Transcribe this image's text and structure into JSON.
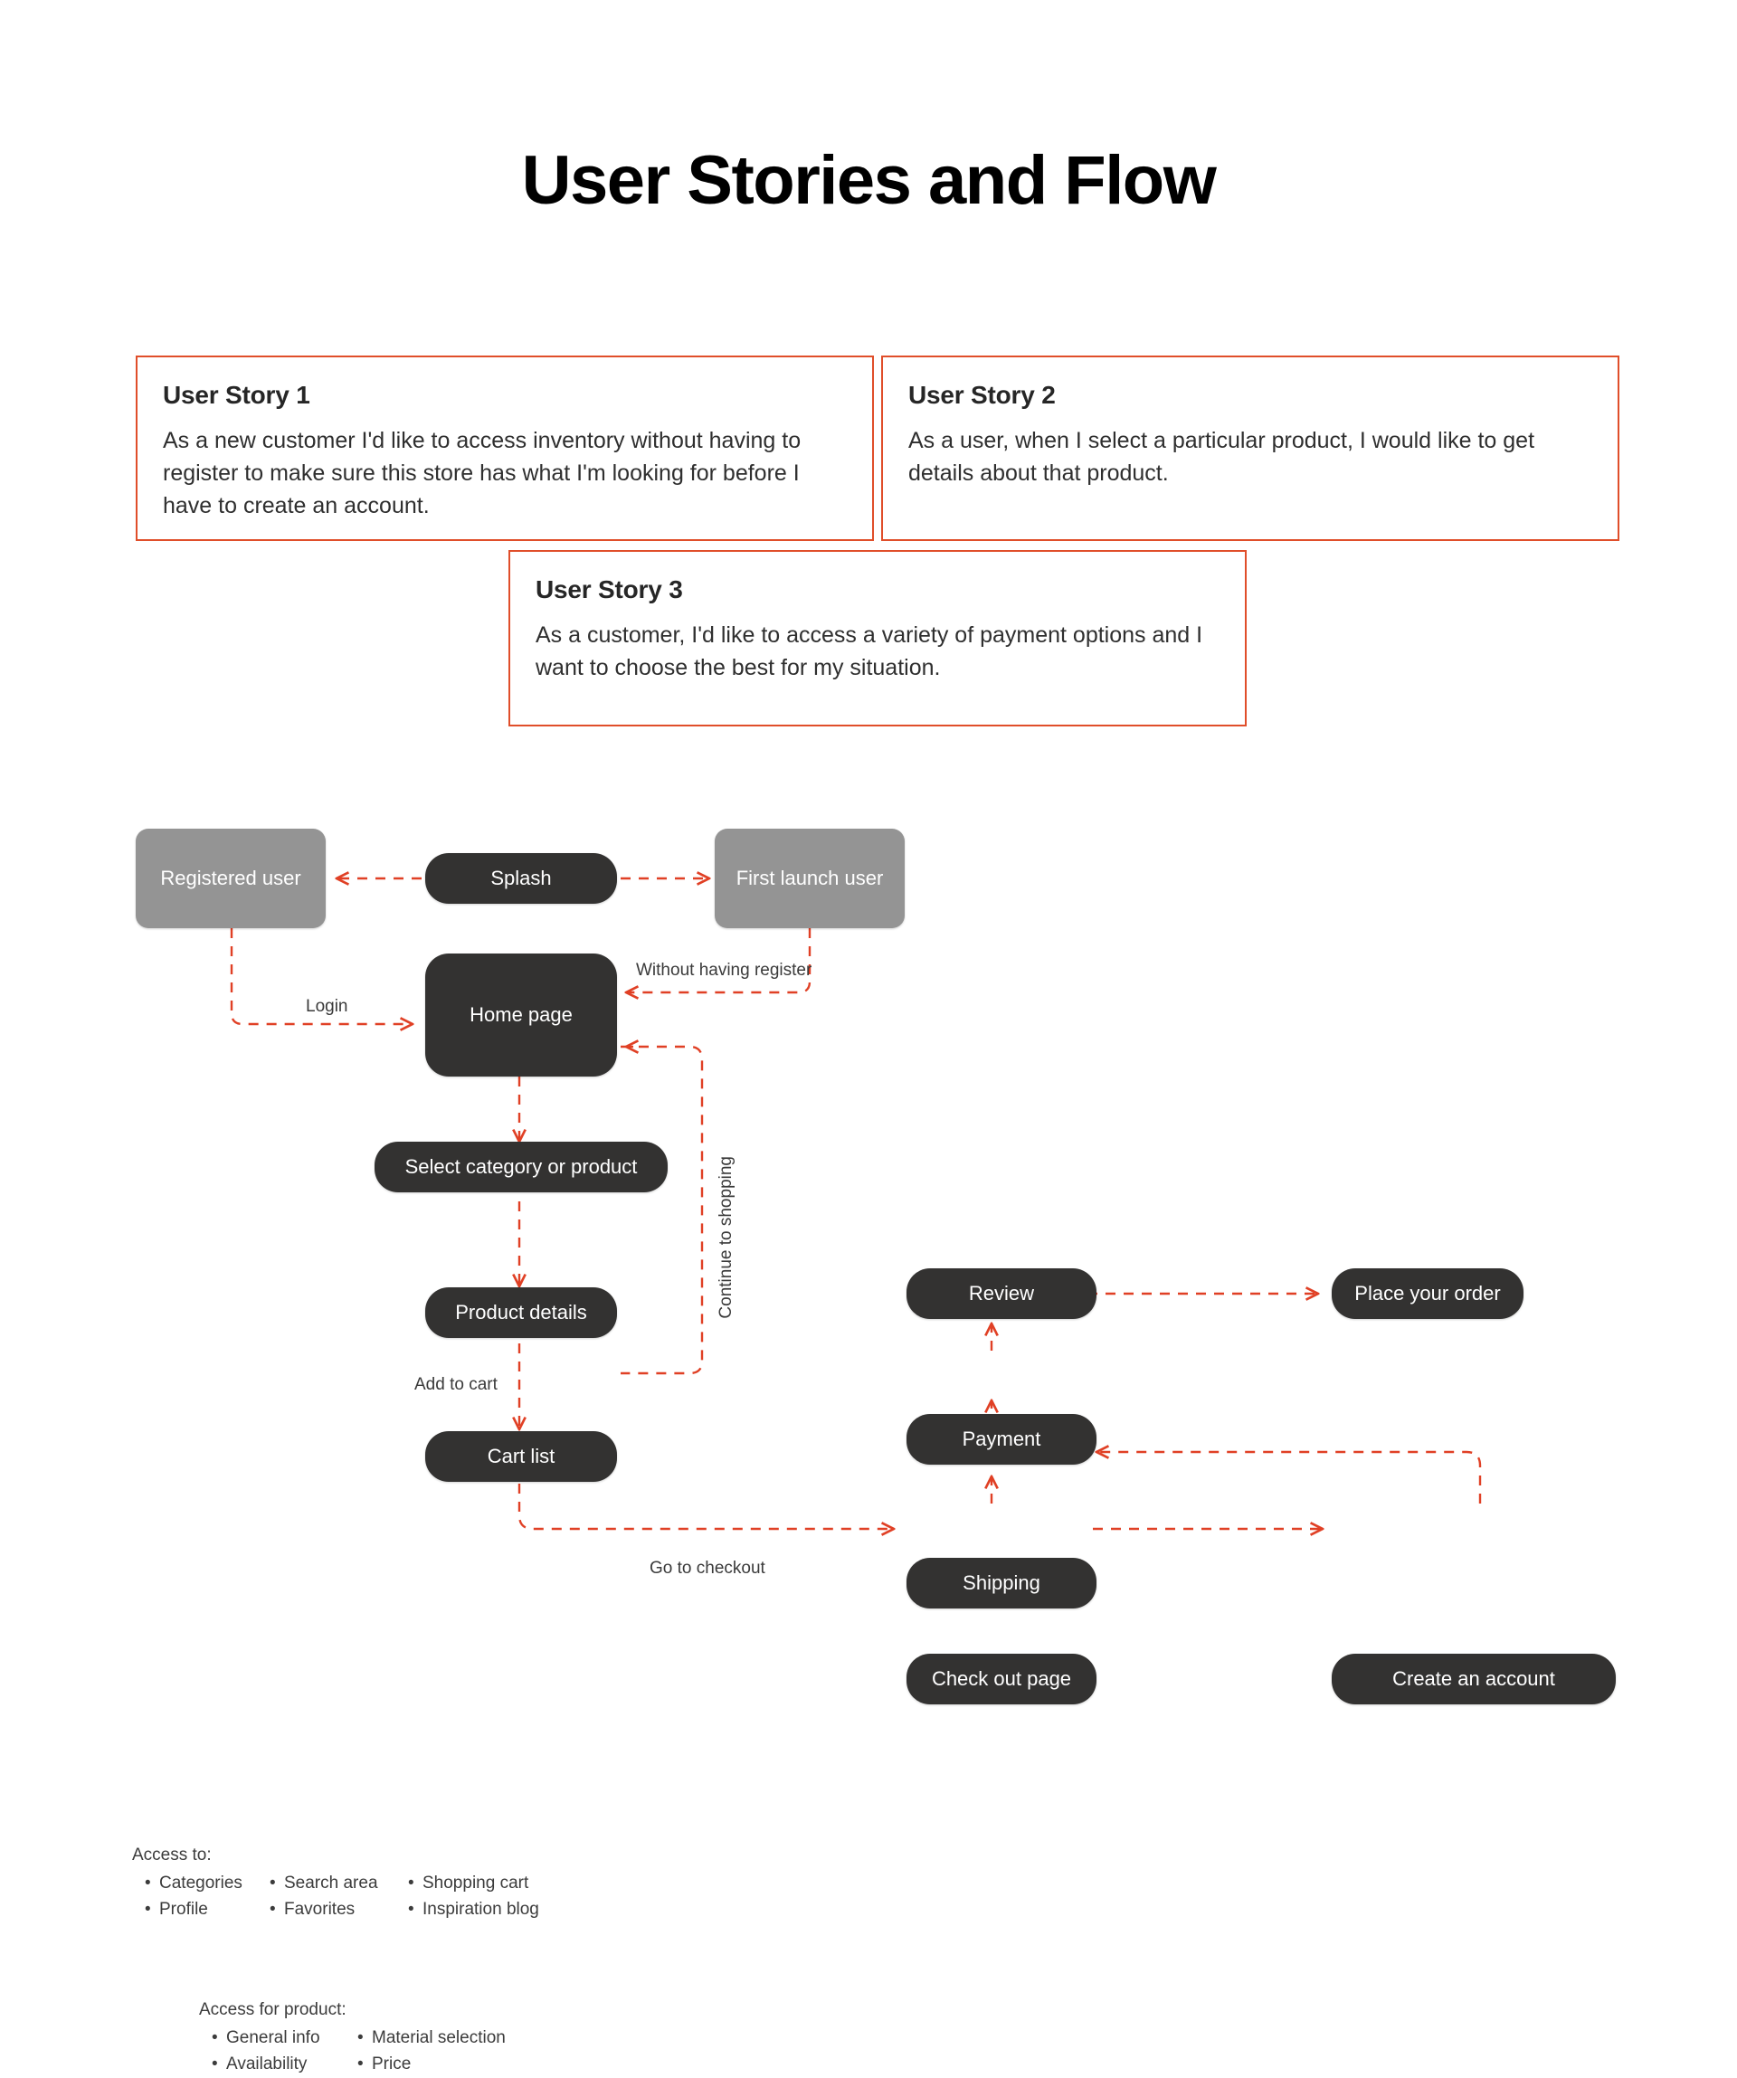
{
  "page": {
    "title": "User Stories and Flow",
    "accent_color": "#e04e2a",
    "node_color": "#333231",
    "actor_color": "#949494"
  },
  "stories": [
    {
      "title": "User Story 1",
      "body": "As a new customer I'd like to access inventory without having to register to make sure this store has what I'm looking for before I have to create an account."
    },
    {
      "title": "User Story 2",
      "body": "As a user, when I select a particular product, I would like to get details about that product."
    },
    {
      "title": "User Story 3",
      "body": "As a customer, I'd like to access a variety of payment options and I want to choose the best for my situation."
    }
  ],
  "flow": {
    "nodes": {
      "registered_user": "Registered user",
      "splash": "Splash",
      "first_launch_user": "First launch user",
      "home_page": "Home page",
      "select_category": "Select category or product",
      "product_details": "Product details",
      "cart_list": "Cart list",
      "review": "Review",
      "place_order": "Place your order",
      "payment": "Payment",
      "shipping": "Shipping",
      "checkout": "Check out page",
      "create_account": "Create an account"
    },
    "edge_labels": {
      "login": "Login",
      "without_having_register": "Without having register",
      "continue_to_shopping": "Continue to shopping",
      "add_to_cart": "Add to cart",
      "go_to_checkout": "Go to checkout"
    }
  },
  "annotations": {
    "home": {
      "title": "Access to:",
      "col1": [
        "Categories",
        "Profile"
      ],
      "col2": [
        "Search area",
        "Favorites"
      ],
      "col3": [
        "Shopping cart",
        "Inspiration blog"
      ]
    },
    "product": {
      "title": "Access for product:",
      "col1": [
        "General info",
        "Availability"
      ],
      "col2": [
        "Material selection",
        "Price"
      ]
    }
  }
}
